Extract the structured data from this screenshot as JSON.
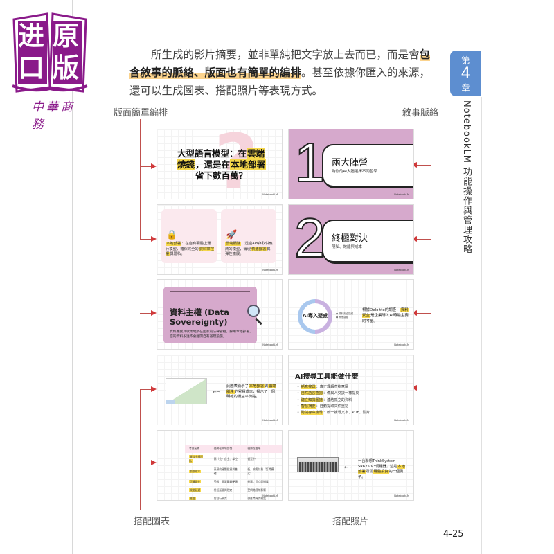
{
  "logo": {
    "chars": [
      "进",
      "原",
      "口",
      "版"
    ],
    "signature": "中華商務",
    "color": "#8a1a8a"
  },
  "intro": {
    "part1": "所生成的影片摘要，並非單純把文字放上去而已，而是會",
    "highlight": "包含敘事的脈絡、版面也有簡單的編排",
    "part2": "。甚至依據你匯入的來源，還可以生成圖表、搭配照片等表現方式。"
  },
  "chapter": {
    "prefix": "第",
    "number": "4",
    "suffix": "章",
    "title": "NotebookLM 功能操作與管理攻略",
    "tab_color": "#5d8ed0"
  },
  "callouts": {
    "layout": "版面簡單編排",
    "narrative": "敘事脈絡",
    "chart": "搭配圖表",
    "photo": "搭配照片",
    "line_color": "#c0504d"
  },
  "slides": {
    "watermark": "NotebookLM",
    "s1": {
      "line1_pre": "大型語言模型：在",
      "line1_hl": "雲端",
      "line2_hl": "燒錢",
      "line2_mid": "，還是在",
      "line2_hl2": "本地部署",
      "line3": "省下數百萬？"
    },
    "s2": {
      "number": "1",
      "title": "兩大陣營",
      "subtitle": "為你的AI大腦選擇不同哲學"
    },
    "s3": {
      "left_icon": "🔒",
      "left_hl": "本地部署",
      "left_text": "：在自有硬體上運行模型，確保完全的",
      "left_hl2": "資料掌控權",
      "left_tail": "與隱私。",
      "right_icon": "🚀",
      "right_hl": "雲端服務",
      "right_text": "：透過API存取供應商的模型，實現",
      "right_hl2": "快速部署",
      "right_tail": "與彈性擴展。"
    },
    "s4": {
      "number": "2",
      "title": "終極對決",
      "subtitle": "隱私、效能與成本"
    },
    "s5": {
      "title": "資料主權 (Data Sovereignty)",
      "desc": "資料應受其收集地所在國家的法律管轄。採用本地部署，您的資料永遠不會離開自有基礎設施。"
    },
    "s6": {
      "donut_label": "AI導入疑慮",
      "legend": [
        "● 資料安全疑慮",
        "● 其他疑慮"
      ],
      "text_pre": "根據Deloitte的調查，",
      "text_hl": "資料安全",
      "text_post": "是企業導入AI時最主要的考量。"
    },
    "s7": {
      "text_pre": "此圖表顯示了",
      "hl1": "本地部署",
      "mid": "與",
      "hl2": "雲端服務",
      "text_post": "的累積成本，揭示了一個明確的損益平衡點。"
    },
    "s8": {
      "title": "AI搜尋工具能做什麼",
      "items": [
        {
          "hl": "語意搜尋",
          "text": "：真正理解查詢意圖"
        },
        {
          "hl": "自然語言查詢",
          "text": "：像與人交談一樣提問"
        },
        {
          "hl": "建立知識圖譜",
          "text": "：連結孤立的資料"
        },
        {
          "hl": "智慧摘要",
          "text": "：自動提取文件重點"
        },
        {
          "hl": "跨儲存庫搜尋",
          "text": "：統一搜尋文本、PDF、影片"
        }
      ]
    },
    "s9": {
      "headers": [
        "考量因素",
        "優勢在本地部署",
        "優勢在雲端"
      ],
      "rows": [
        [
          "資料主權隱私",
          "高（完）自主、掌控",
          "低至中"
        ],
        [
          "前期成本",
          "高昂的硬體投資與基礎",
          "低，按需付費（訂閱模式）"
        ],
        [
          "可擴展性",
          "受限，需要購買硬體",
          "極高，可立即擴展"
        ],
        [
          "效能延遲",
          "極低延遲與穩定",
          "受網路連線影響"
        ],
        [
          "維護",
          "需自行負責",
          "供應商負責維護"
        ]
      ]
    },
    "s10": {
      "text_pre": "一台聯想ThinkSystem SR675 V3伺服器，這是",
      "hl1": "本地部署",
      "mid": "所需",
      "hl2": "硬體投資",
      "text_post": "的一個例子。"
    }
  },
  "page_number": "4-25"
}
